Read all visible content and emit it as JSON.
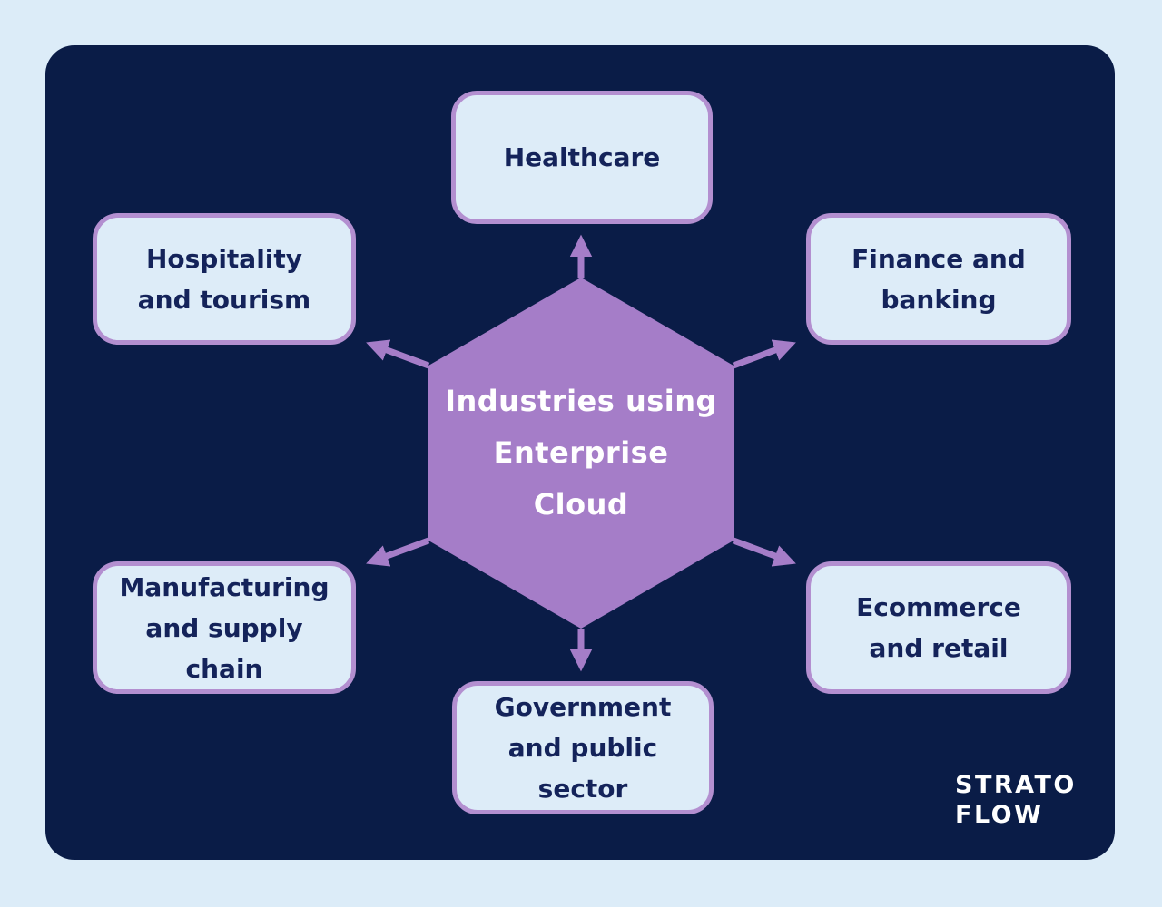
{
  "center": {
    "lines": [
      "Industries using",
      "Enterprise",
      "Cloud"
    ]
  },
  "nodes": [
    {
      "id": "healthcare",
      "lines": [
        "Healthcare"
      ]
    },
    {
      "id": "hospitality-and-tourism",
      "lines": [
        "Hospitality",
        "and tourism"
      ]
    },
    {
      "id": "finance-and-banking",
      "lines": [
        "Finance and",
        "banking"
      ]
    },
    {
      "id": "manufacturing-and-supply-chain",
      "lines": [
        "Manufacturing",
        "and supply",
        "chain"
      ]
    },
    {
      "id": "ecommerce-and-retail",
      "lines": [
        "Ecommerce",
        "and retail"
      ]
    },
    {
      "id": "government-and-public-sector",
      "lines": [
        "Government",
        "and public",
        "sector"
      ]
    }
  ],
  "logo": {
    "lines": [
      "STRATO",
      "FLOW"
    ]
  },
  "colors": {
    "page_background": "#dcecf8",
    "panel_background": "#0a1c47",
    "hexagon": "#a57dc8",
    "arrow": "#a57dc8",
    "node_border": "#b38fd0",
    "node_background": "#ddecf8",
    "node_text": "#14235a",
    "center_text": "#ffffff",
    "logo_text": "#ffffff"
  }
}
